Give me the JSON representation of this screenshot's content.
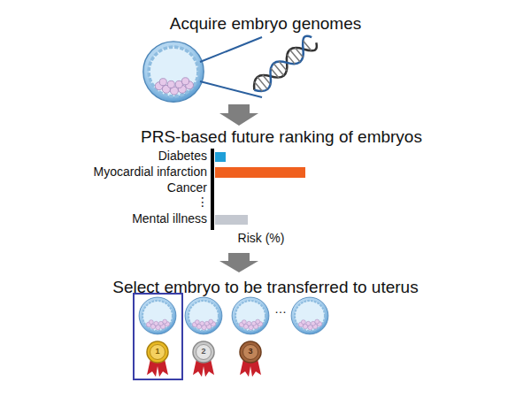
{
  "diagram": {
    "labels": [
      "Acquire embryo genomes",
      "PRS-based future ranking of embryos",
      "Diabetes",
      "Myocardial infarction",
      "Cancer",
      "⋮",
      "Mental illness",
      "Risk (%)",
      "Select embryo to be transferred to uterus",
      "…",
      "1",
      "2",
      "3"
    ]
  }
}
